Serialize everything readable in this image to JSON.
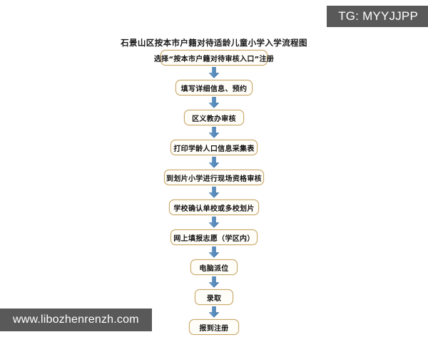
{
  "watermarks": {
    "top_right": "TG: MYYJJPP",
    "bottom_left": "www.libozhenrenzh.com",
    "color": "#595959"
  },
  "diagram": {
    "type": "flowchart",
    "orientation": "vertical",
    "title": "石景山区按本市户籍对待适龄儿童小学入学流程图",
    "node_style": {
      "shape": "rounded-rectangle",
      "border_color": "#c9a86a",
      "fill_color": "#fffdf8",
      "text_color": "#111111"
    },
    "connector_style": {
      "shape": "down-block-arrow",
      "color": "#5b8fc0"
    },
    "nodes": [
      {
        "id": "step-1",
        "label": "选择“按本市户籍对待审核入口”注册",
        "width": 150
      },
      {
        "id": "step-2",
        "label": "填写详细信息、预约",
        "width": 108
      },
      {
        "id": "step-3",
        "label": "区义教办审核",
        "width": 84
      },
      {
        "id": "step-4",
        "label": "打印学龄人口信息采集表",
        "width": 122
      },
      {
        "id": "step-5",
        "label": "到划片小学进行现场资格审核",
        "width": 140
      },
      {
        "id": "step-6",
        "label": "学校确认单校或多校划片",
        "width": 126
      },
      {
        "id": "step-7",
        "label": "网上填报志愿（学区内）",
        "width": 122
      },
      {
        "id": "step-8",
        "label": "电脑派位",
        "width": 66
      },
      {
        "id": "step-9",
        "label": "录取",
        "width": 54
      },
      {
        "id": "step-10",
        "label": "报到注册",
        "width": 70
      }
    ],
    "connectors": [
      {
        "from": "step-1",
        "to": "step-2"
      },
      {
        "from": "step-2",
        "to": "step-3"
      },
      {
        "from": "step-3",
        "to": "step-4"
      },
      {
        "from": "step-4",
        "to": "step-5"
      },
      {
        "from": "step-5",
        "to": "step-6"
      },
      {
        "from": "step-6",
        "to": "step-7"
      },
      {
        "from": "step-7",
        "to": "step-8"
      },
      {
        "from": "step-8",
        "to": "step-9"
      },
      {
        "from": "step-9",
        "to": "step-10"
      }
    ]
  }
}
